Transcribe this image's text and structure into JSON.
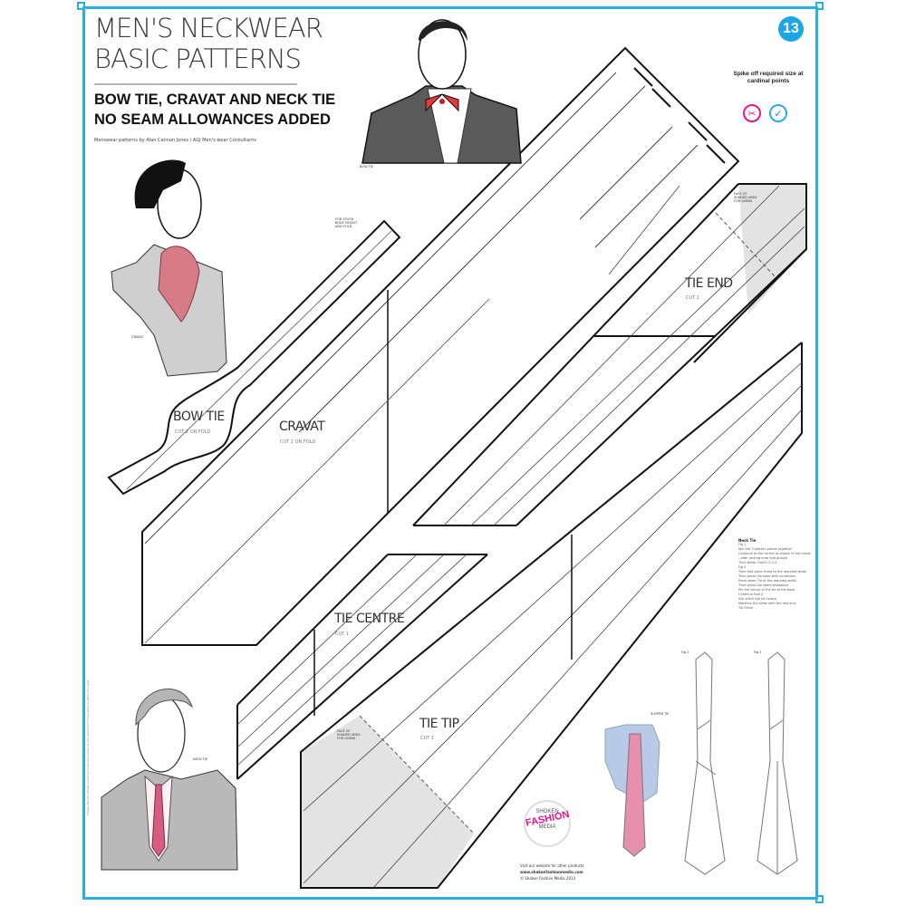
{
  "header": {
    "title_line1": "MEN'S NECKWEAR",
    "title_line2": "BASIC PATTERNS",
    "subtitle_line1": "BOW TIE, CRAVAT AND NECK TIE",
    "subtitle_line2": "NO SEAM ALLOWANCES ADDED",
    "credit": "Menswear patterns by Alan Cannon Jones / AGJ Men's wear Consultants",
    "page_number": "13"
  },
  "note": {
    "text": "Spike off required size at cardinal points",
    "icons": [
      "no-scissors-icon",
      "pin-check-icon"
    ]
  },
  "illustrations": {
    "bow_tie_figure_label": "BOW TIE",
    "cravat_figure_label": "CRAVAT",
    "neck_tie_figure_label": "NECK TIE",
    "slipper_tie_label": "SLIPPER TIE"
  },
  "pieces": {
    "bow_tie": {
      "name": "BOW TIE",
      "cut": "CUT 2 ON FOLD"
    },
    "cravat": {
      "name": "CRAVAT",
      "cut": "CUT 2 ON FOLD"
    },
    "tie_end": {
      "name": "TIE END",
      "cut": "CUT 1",
      "facing_note": "FACE OF SHADED AREA FOR LINING"
    },
    "tie_centre": {
      "name": "TIE CENTRE",
      "cut": "CUT 1"
    },
    "tie_tip": {
      "name": "TIE TIP",
      "cut": "CUT 1",
      "facing_note": "FACE OF SHADED AREA FOR LINING"
    },
    "stock_note": "FOR STOCK BODY HEIGHT ADD FOLD"
  },
  "instructions": {
    "title": "Neck Tie",
    "fig1_label": "Fig 1",
    "fig1_lines": [
      "Join the 3 pattern pieces together",
      "Continue to the centre as shown in the inside - after locking onto fold ground",
      "Then press. Fold 2-2-2-2"
    ],
    "fig2_label": "Fig 2",
    "fig2_lines": [
      "Then fold point lining to the required width",
      "Then press the base with no tension",
      "Press down Tie at the required width",
      "Then press the seam allowance",
      "Pin the centre of the tie at the base",
      "Continue Fold 2",
      "Slip stitch the tie centre",
      "Machine the seam with the raw end",
      "Tip Finish"
    ]
  },
  "diagram_labels": {
    "fig1": "Fig 1",
    "fig2": "Fig 2"
  },
  "footer": {
    "visit": "Visit our website for other products",
    "url": "www.shakenfashionmedia.com",
    "copyright": "© Shaken Fashion Media 2013"
  },
  "logo": {
    "line1": "SHOKEN",
    "line2": "FASHION",
    "line3": "MEDIA"
  },
  "side_text": "Shaken Fashion Media cannot be held responsible for the alignment of the patterns within this book",
  "colors": {
    "frame": "#29aee8",
    "badge": "#1ca6e4",
    "accent_pink": "#e6178f",
    "tie_pink": "#e07a9a",
    "bow_red": "#e8373c",
    "shading": "#e3e3e3"
  }
}
